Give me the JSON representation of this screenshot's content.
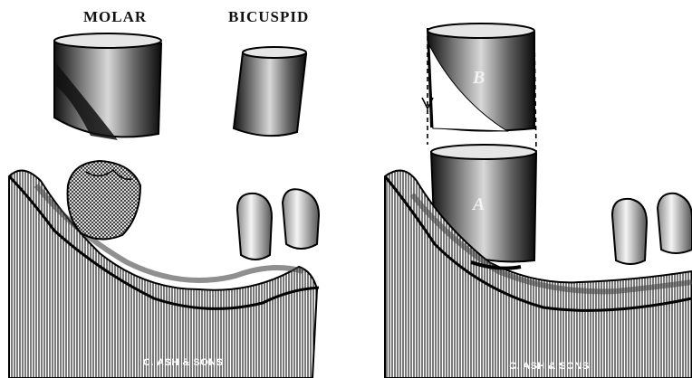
{
  "labels": {
    "molar": "MOLAR",
    "bicuspid": "BICUSPID",
    "block_b": "B",
    "block_a": "A",
    "maker_left": "C. ASH & SONS",
    "maker_right": "C. ASH & SONS"
  },
  "colors": {
    "ink": "#111111",
    "paper": "#ffffff",
    "hatch": "#2a2a2a"
  }
}
